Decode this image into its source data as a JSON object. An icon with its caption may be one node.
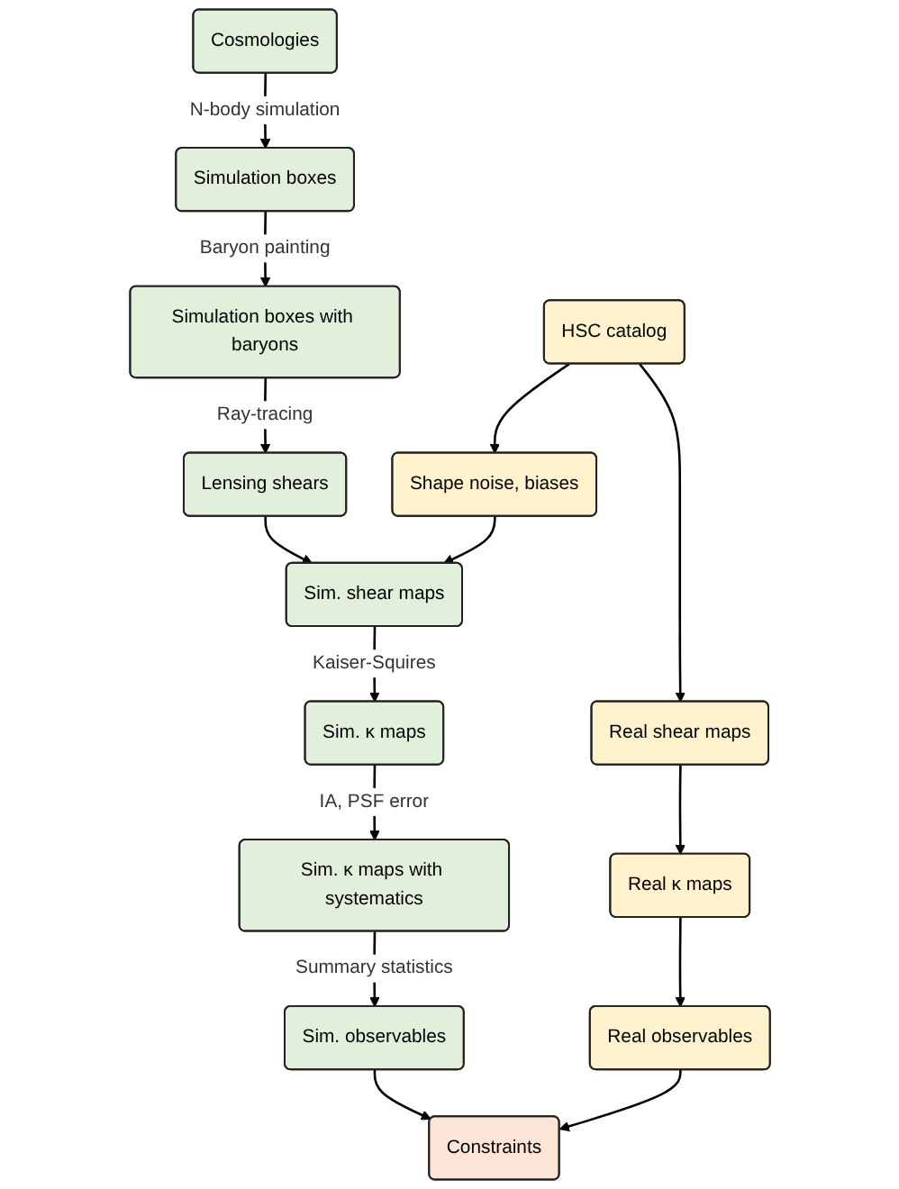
{
  "diagram": {
    "nodes": [
      {
        "text": [
          "Cosmologies"
        ]
      },
      {
        "text": [
          "Simulation boxes"
        ]
      },
      {
        "text": [
          "Simulation boxes with baryons"
        ]
      },
      {
        "text": [
          "Lensing shears"
        ]
      },
      {
        "text": [
          "HSC catalog"
        ]
      },
      {
        "text": [
          "Shape noise, biases"
        ]
      },
      {
        "text": [
          "Sim. shear maps"
        ]
      },
      {
        "text": [
          "Real shear maps"
        ]
      },
      {
        "text": [
          "Sim. κ maps"
        ]
      },
      {
        "text": [
          "Real κ maps"
        ]
      },
      {
        "text": [
          "Sim. κ maps with systematics"
        ]
      },
      {
        "text": [
          "Sim. observables"
        ]
      },
      {
        "text": [
          "Real observables"
        ]
      },
      {
        "text": [
          "Constraints"
        ]
      }
    ],
    "edges": [
      {
        "from": 0,
        "to": 1,
        "arrow": "to",
        "label": "N-body simulation"
      },
      {
        "from": 1,
        "to": 2,
        "arrow": "to",
        "label": "Baryon painting"
      },
      {
        "from": 2,
        "to": 3,
        "arrow": "to",
        "label": "Ray-tracing"
      },
      {
        "from": 3,
        "to": 6,
        "arrow": "to"
      },
      {
        "from": 4,
        "to": 5,
        "arrow": "to"
      },
      {
        "from": 4,
        "to": 7,
        "arrow": "to"
      },
      {
        "from": 5,
        "to": 6,
        "arrow": "to"
      },
      {
        "from": 6,
        "to": 8,
        "arrow": "to",
        "label": "Kaiser-Squires"
      },
      {
        "from": 7,
        "to": 9,
        "arrow": "to"
      },
      {
        "from": 8,
        "to": 10,
        "arrow": "to",
        "label": "IA, PSF error"
      },
      {
        "from": 10,
        "to": 11,
        "arrow": "to",
        "label": "Summary statistics"
      },
      {
        "from": 9,
        "to": 12,
        "arrow": "to"
      },
      {
        "from": 11,
        "to": 13,
        "arrow": "to"
      },
      {
        "from": 12,
        "to": 13,
        "arrow": "to"
      }
    ]
  }
}
